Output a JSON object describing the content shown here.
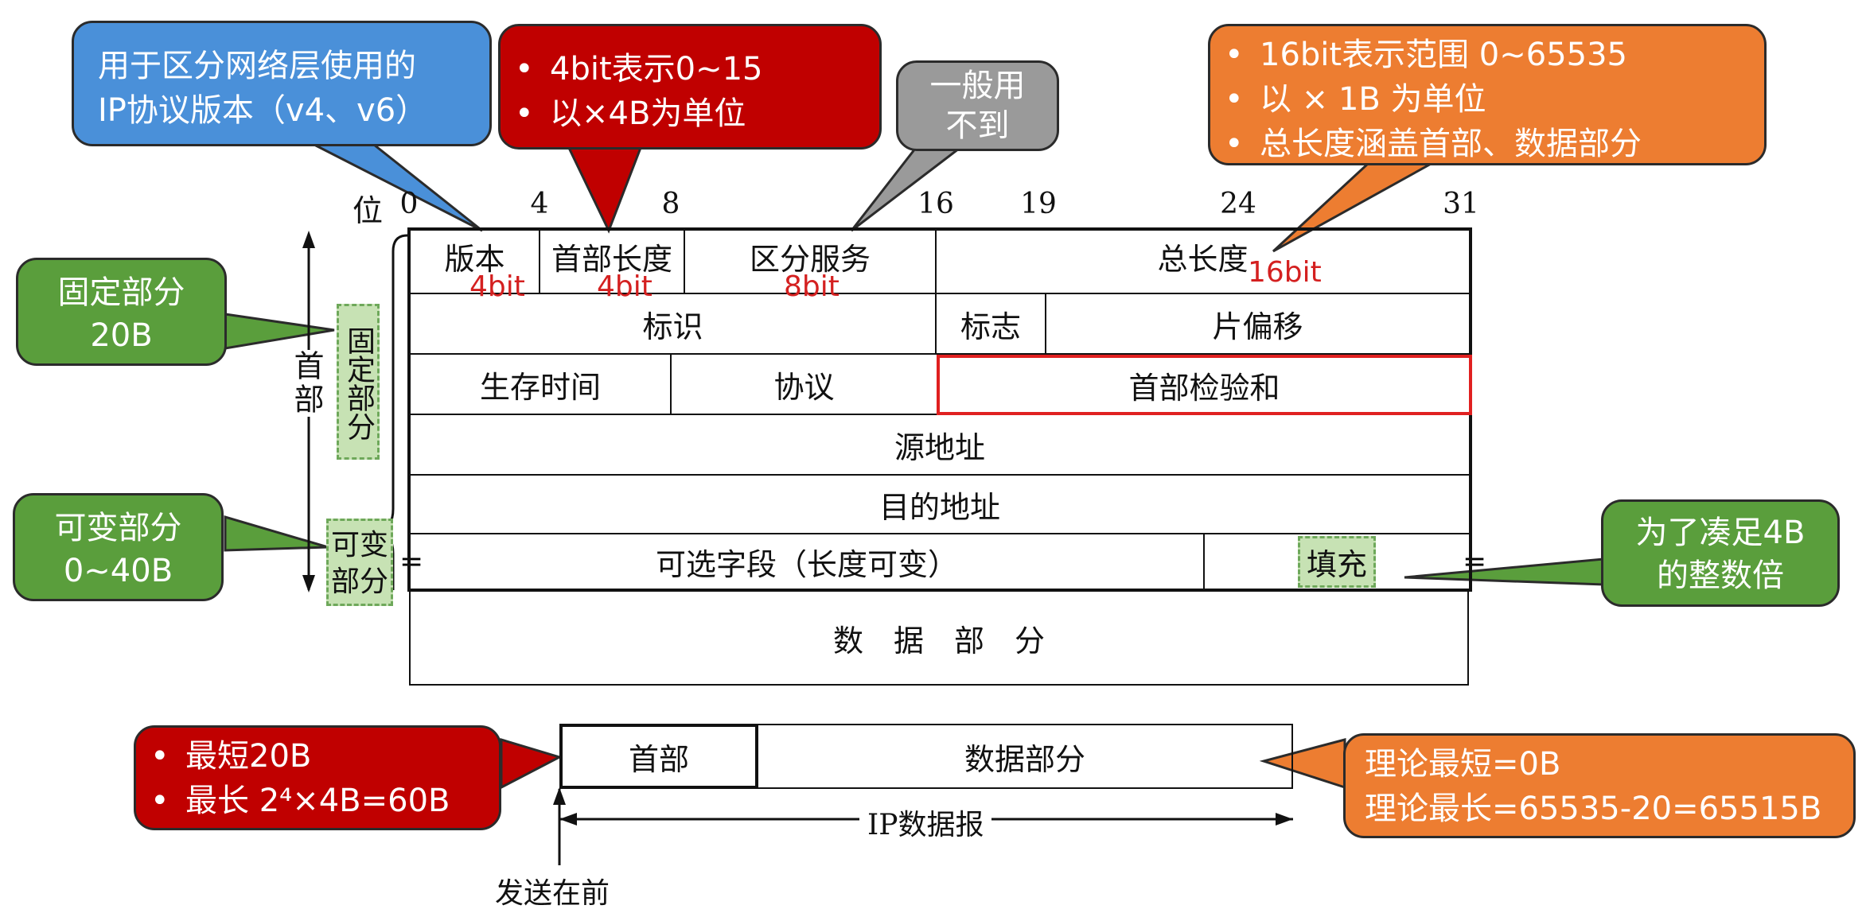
{
  "diagram": {
    "callouts": {
      "version": {
        "lines": [
          "用于区分网络层使用的",
          "IP协议版本（v4、v6）"
        ],
        "color": "#4a90d9"
      },
      "header_length": {
        "bullets": [
          "4bit表示0~15",
          "以×4B为单位"
        ],
        "color": "#c00000"
      },
      "tos": {
        "lines": [
          "一般用",
          "不到"
        ],
        "color": "#9a9a9a"
      },
      "total_length": {
        "bullets": [
          "16bit表示范围 0~65535",
          "以 × 1B 为单位",
          "总长度涵盖首部、数据部分"
        ],
        "color": "#ed7d31"
      },
      "fixed": {
        "lines": [
          "固定部分",
          "20B"
        ],
        "color": "#5a9e3c"
      },
      "variable": {
        "lines": [
          "可变部分",
          "0~40B"
        ],
        "color": "#5a9e3c"
      },
      "padding": {
        "lines": [
          "为了凑足4B",
          "的整数倍"
        ],
        "color": "#5a9e3c"
      },
      "min_max": {
        "bullets": [
          "最短20B",
          "最长 2⁴×4B=60B"
        ],
        "color": "#c00000"
      },
      "theory": {
        "lines": [
          "理论最短=0B",
          "理论最长=65535-20=65515B"
        ],
        "color": "#ed7d31"
      }
    },
    "bit_axis": {
      "label": "位",
      "positions": [
        "0",
        "4",
        "8",
        "16",
        "19",
        "24",
        "31"
      ]
    },
    "fields": {
      "version": "版本",
      "ihl": "首部长度",
      "tos": "区分服务",
      "total_length": "总长度",
      "identification": "标识",
      "flags": "标志",
      "fragment_offset": "片偏移",
      "ttl": "生存时间",
      "protocol": "协议",
      "checksum": "首部检验和",
      "src": "源地址",
      "dst": "目的地址",
      "options": "可选字段（长度可变）",
      "padding": "填充",
      "data": "数　据　部　分"
    },
    "bit_annotations": {
      "version": "4bit",
      "ihl": "4bit",
      "tos": "8bit",
      "total_length": "16bit"
    },
    "side_labels": {
      "header": "首部",
      "fixed": "固定部分",
      "variable": "可变部分"
    },
    "bottom": {
      "header": "首部",
      "data": "数据部分",
      "datagram": "IP数据报",
      "send_first": "发送在前"
    }
  }
}
